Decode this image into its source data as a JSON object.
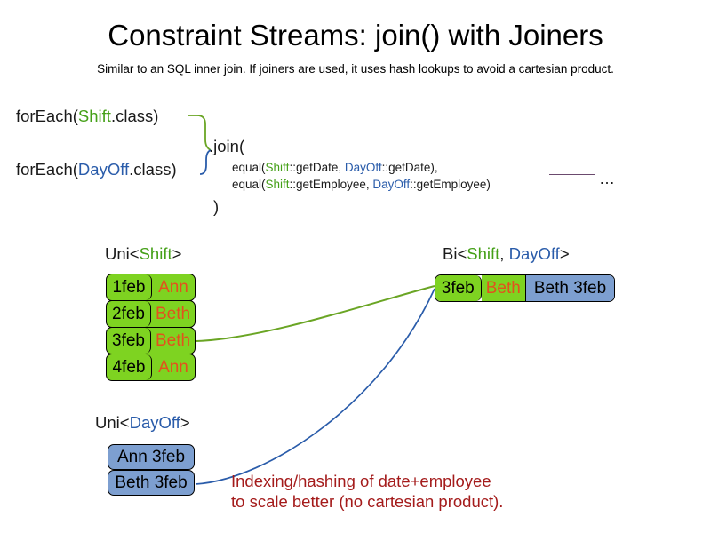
{
  "header": {
    "title": "Constraint Streams: join() with Joiners",
    "subtitle": "Similar to an SQL inner join. If joiners are used, it uses hash lookups to avoid a cartesian product."
  },
  "code": {
    "forEach_shift": {
      "prefix": "forEach(",
      "type": "Shift",
      "suffix": ".class)"
    },
    "forEach_dayoff": {
      "prefix": "forEach(",
      "type": "DayOff",
      "suffix": ".class)"
    },
    "join_open": ".join(",
    "join_close": ")",
    "equal_date": {
      "fn_open": "equal(",
      "left_type": "Shift",
      "left_method": "::getDate, ",
      "right_type": "DayOff",
      "right_method": "::getDate),"
    },
    "equal_employee": {
      "fn_open": "equal(",
      "left_type": "Shift",
      "left_method": "::getEmployee, ",
      "right_type": "DayOff",
      "right_method": "::getEmployee)"
    },
    "ellipsis": "…"
  },
  "sections": {
    "uni_shift_label": {
      "prefix": "Uni<",
      "type": "Shift",
      "suffix": ">"
    },
    "uni_dayoff_label": {
      "prefix": "Uni<",
      "type": "DayOff",
      "suffix": ">"
    },
    "bi_label": {
      "prefix": "Bi<",
      "type_a": "Shift",
      "separator": ", ",
      "type_b": "DayOff",
      "suffix": ">"
    }
  },
  "uni_shift_rows": [
    {
      "date": "1feb",
      "employee": "Ann"
    },
    {
      "date": "2feb",
      "employee": "Beth"
    },
    {
      "date": "3feb",
      "employee": "Beth"
    },
    {
      "date": "4feb",
      "employee": "Ann"
    }
  ],
  "uni_dayoff_rows": [
    {
      "label": "Ann 3feb"
    },
    {
      "label": "Beth 3feb"
    }
  ],
  "bi_row": {
    "shift_date": "3feb",
    "shift_employee": "Beth",
    "dayoff_label": "Beth 3feb"
  },
  "note": {
    "line1": "Indexing/hashing of date+employee",
    "line2": "to scale better (no cartesian product)."
  },
  "colors": {
    "shift_green": "#45a018",
    "dayoff_blue": "#2a5caa",
    "box_green": "#7ed321",
    "box_blue": "#7d9fd0",
    "employee_orange": "#e2521d",
    "note_red": "#a41b1b",
    "rule_purple": "#6b4a6e"
  }
}
